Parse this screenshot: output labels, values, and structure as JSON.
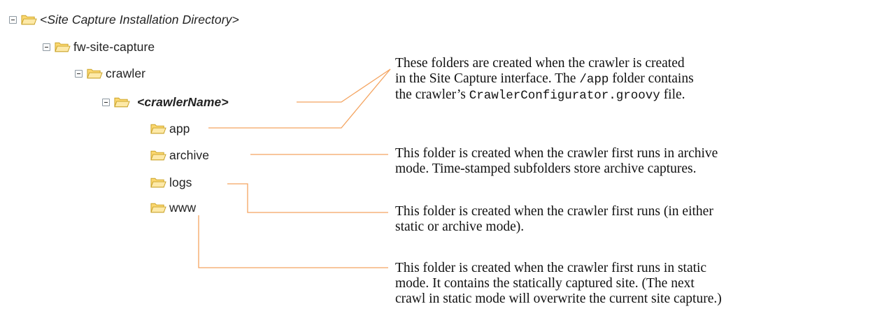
{
  "colors": {
    "leader_line": "#f4a460",
    "folder_fill": "#fbd770",
    "folder_stroke": "#c9a227"
  },
  "tree": {
    "root_label": "<Site Capture Installation Directory>",
    "level1_label": "fw-site-capture",
    "level2_label": "crawler",
    "level3_label": "<crawlerName>",
    "children": [
      "app",
      "archive",
      "logs",
      "www"
    ]
  },
  "callouts": {
    "app": {
      "line1": "These folders are created when the crawler is created",
      "line2_before": "in the Site Capture interface. The ",
      "line2_code": "/app",
      "line2_after": " folder contains",
      "line3_before": "the crawler’s ",
      "line3_code": "CrawlerConfigurator.groovy",
      "line3_after": " file."
    },
    "archive": {
      "line1": "This folder is created when the crawler first runs in archive",
      "line2": "mode. Time-stamped subfolders store archive captures."
    },
    "logs": {
      "line1": "This folder is created when the crawler first runs (in either",
      "line2": "static or archive mode)."
    },
    "www": {
      "line1": "This folder is created when the crawler first runs in static",
      "line2": "mode. It contains the statically captured site. (The next",
      "line3": "crawl in static mode will overwrite the current site capture.)"
    }
  }
}
